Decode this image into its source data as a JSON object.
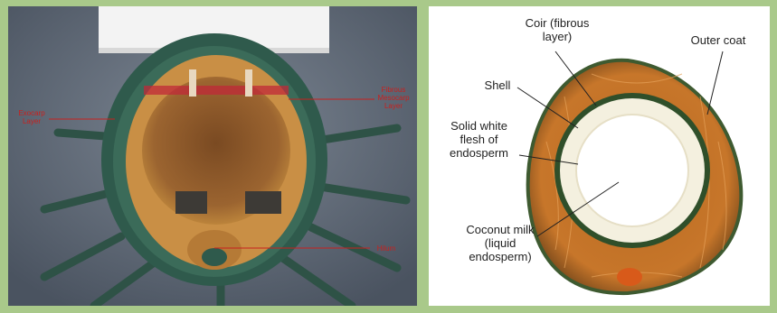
{
  "colors": {
    "background_border": "#a9c98a",
    "label_red": "#c8201e",
    "label_black": "#222222",
    "husk_green": "#2f5a4c",
    "fibre_brown": "#c8863a",
    "flesh_white": "#f4f0df"
  },
  "photo_labels": {
    "exocarp": [
      "Exocarp",
      "Layer"
    ],
    "mesocarp": [
      "Fibrous",
      "Mesocarp",
      "Layer"
    ],
    "hilum": "Hilum"
  },
  "diagram_labels": {
    "coir": [
      "Coir (fibrous",
      "layer)"
    ],
    "outer_coat": "Outer coat",
    "shell": "Shell",
    "flesh": [
      "Solid white",
      "flesh of",
      "endosperm"
    ],
    "milk": [
      "Coconut milk",
      "(liquid",
      "endosperm)"
    ]
  }
}
